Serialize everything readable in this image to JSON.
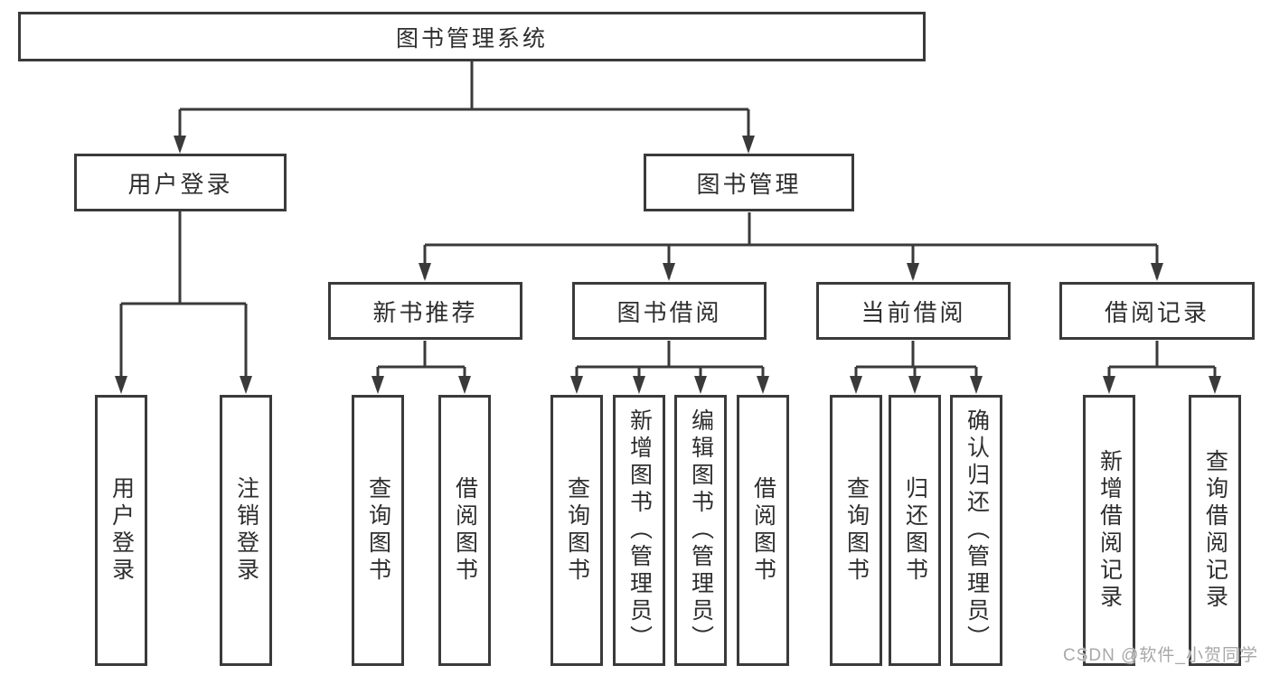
{
  "diagram": {
    "root": {
      "label": "图书管理系统"
    },
    "level2": [
      {
        "label": "用户登录"
      },
      {
        "label": "图书管理"
      }
    ],
    "level3": [
      {
        "label": "新书推荐"
      },
      {
        "label": "图书借阅"
      },
      {
        "label": "当前借阅"
      },
      {
        "label": "借阅记录"
      }
    ],
    "leaves": [
      {
        "label": "用户登录"
      },
      {
        "label": "注销登录"
      },
      {
        "label": "查询图书"
      },
      {
        "label": "借阅图书"
      },
      {
        "label": "查询图书"
      },
      {
        "label": "新增图书（管理员）"
      },
      {
        "label": "编辑图书（管理员）"
      },
      {
        "label": "借阅图书"
      },
      {
        "label": "查询图书"
      },
      {
        "label": "归还图书"
      },
      {
        "label": "确认归还（管理员）"
      },
      {
        "label": "新增借阅记录"
      },
      {
        "label": "查询借阅记录"
      }
    ]
  },
  "watermark": {
    "text": "CSDN @软件_小贺同学"
  },
  "colors": {
    "line": "#3a3a3a",
    "box_border": "#3a3a3a",
    "text": "#2e2e2e",
    "watermark": "#a8a8a8",
    "background": "#ffffff"
  }
}
